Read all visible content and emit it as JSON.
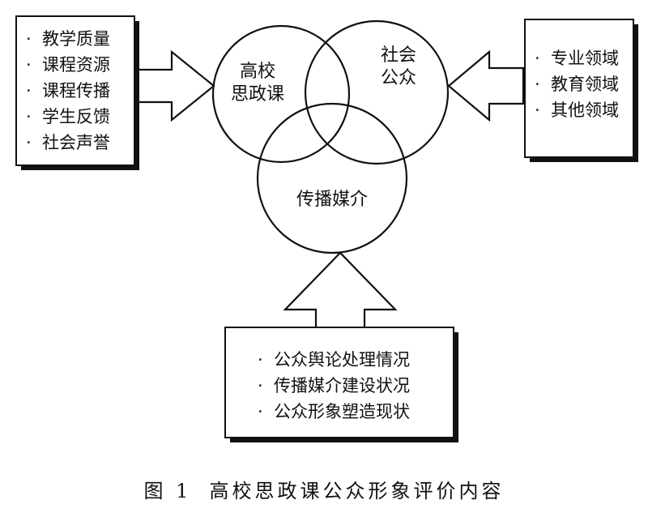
{
  "circles": {
    "left": {
      "line1": "高校",
      "line2": "思政课"
    },
    "right": {
      "line1": "社会",
      "line2": "公众"
    },
    "bottom": {
      "label": "传播媒介"
    }
  },
  "left_box": {
    "items": [
      "教学质量",
      "课程资源",
      "课程传播",
      "学生反馈",
      "社会声誉"
    ]
  },
  "right_box": {
    "items": [
      "专业领域",
      "教育领域",
      "其他领域"
    ]
  },
  "bottom_box": {
    "items": [
      "公众舆论处理情况",
      "传播媒介建设状况",
      "公众形象塑造现状"
    ]
  },
  "bullet": "·",
  "caption": {
    "figure_label": "图 1",
    "title": "高校思政课公众形象评价内容"
  },
  "colors": {
    "stroke": "#111111",
    "background": "#ffffff"
  }
}
